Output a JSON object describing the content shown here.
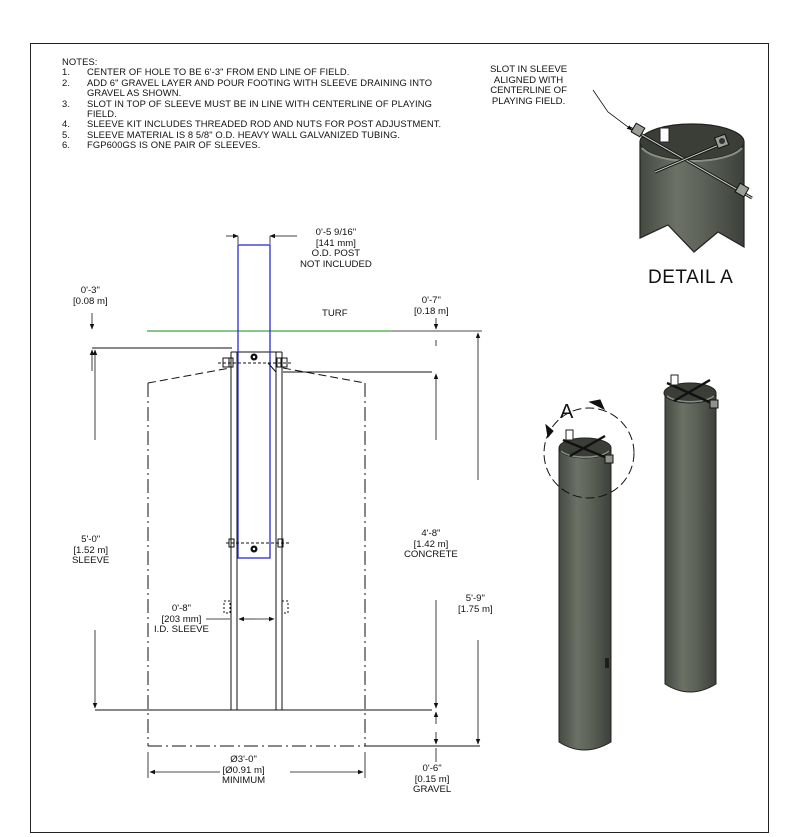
{
  "notes": {
    "title": "NOTES:",
    "items": [
      {
        "num": "1.",
        "text": "CENTER OF HOLE TO BE 6'-3\" FROM END LINE OF FIELD."
      },
      {
        "num": "2.",
        "text": "ADD 6\" GRAVEL LAYER AND POUR FOOTING WITH SLEEVE DRAINING INTO GRAVEL AS SHOWN."
      },
      {
        "num": "3.",
        "text": "SLOT IN TOP OF SLEEVE MUST BE IN LINE WITH CENTERLINE OF PLAYING FIELD."
      },
      {
        "num": "4.",
        "text": "SLEEVE KIT INCLUDES THREADED ROD AND NUTS FOR POST ADJUSTMENT."
      },
      {
        "num": "5.",
        "text": "SLEEVE MATERIAL IS 8 5/8\" O.D. HEAVY WALL GALVANIZED TUBING."
      },
      {
        "num": "6.",
        "text": "FGP600GS IS ONE PAIR OF SLEEVES."
      }
    ]
  },
  "detail": {
    "callout_lines": [
      "SLOT IN SLEEVE",
      "ALIGNED WITH",
      "CENTERLINE OF",
      "PLAYING FIELD."
    ],
    "title": "DETAIL  A",
    "marker": "A"
  },
  "dimensions": {
    "post_od": [
      "0'-5 9/16\"",
      "[141 mm]",
      "O.D. POST",
      "NOT INCLUDED"
    ],
    "top_offset": [
      "0'-3\"",
      "[0.08 m]"
    ],
    "turf": "TURF",
    "turf_depth": [
      "0'-7\"",
      "[0.18 m]"
    ],
    "sleeve_length": [
      "5'-0\"",
      "[1.52 m]",
      "SLEEVE"
    ],
    "concrete_depth": [
      "4'-8\"",
      "[1.42 m]",
      "CONCRETE"
    ],
    "total_depth": [
      "5'-9\"",
      "[1.75 m]"
    ],
    "sleeve_id": [
      "0'-8\"",
      "[203 mm]",
      "I.D. SLEEVE"
    ],
    "hole_diameter": [
      "Ø3'-0\"",
      "[Ø0.91 m]",
      "MINIMUM"
    ],
    "gravel_depth": [
      "0'-6\"",
      "[0.15 m]",
      "GRAVEL"
    ]
  },
  "colors": {
    "post_outline": "#2b2bd6",
    "turf_line": "#3fa33f",
    "sleeve_fill": "#5e6359",
    "sleeve_dark": "#3f433c",
    "sleeve_light": "#7d8278"
  }
}
